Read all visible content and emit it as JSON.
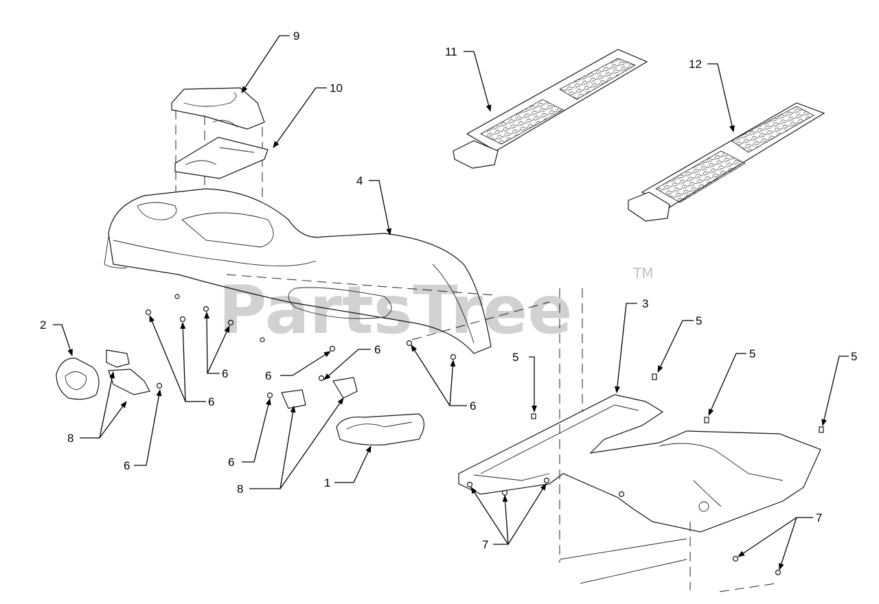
{
  "watermark": {
    "text": "PartsTree",
    "trademark": "TM"
  },
  "callouts": {
    "c1": "1",
    "c2": "2",
    "c3": "3",
    "c4": "4",
    "c5a": "5",
    "c5b": "5",
    "c5c": "5",
    "c5d": "5",
    "c6a": "6",
    "c6b": "6",
    "c6c": "6",
    "c6d": "6",
    "c6e": "6",
    "c6f": "6",
    "c6g": "6",
    "c7a": "7",
    "c7b": "7",
    "c8a": "8",
    "c8b": "8",
    "c9": "9",
    "c10": "10",
    "c11": "11",
    "c12": "12"
  }
}
